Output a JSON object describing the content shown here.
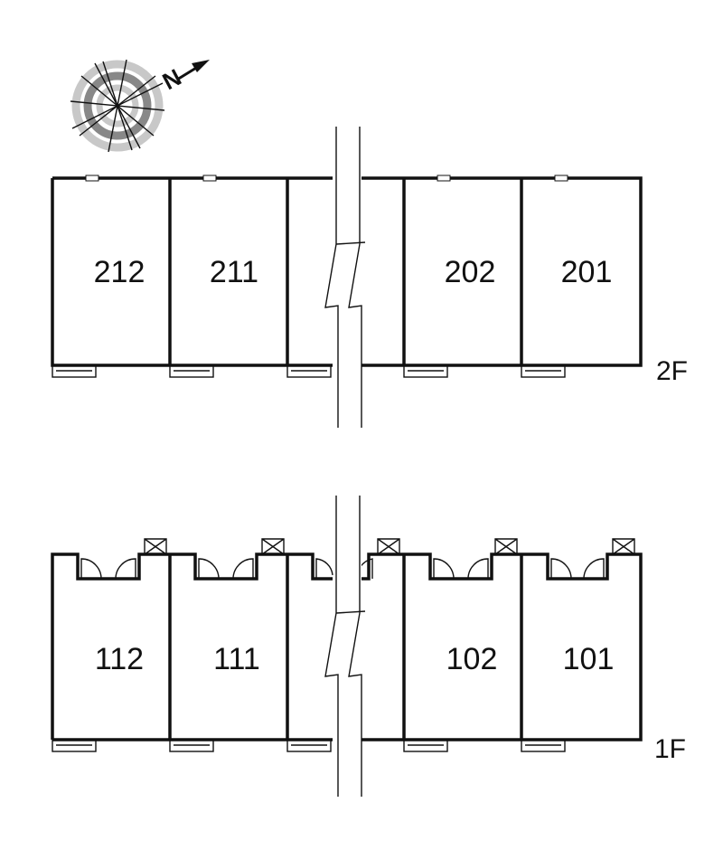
{
  "compass": {
    "letter": "N",
    "icon": "compass-rose-icon"
  },
  "floors": [
    {
      "label": "2F",
      "units": [
        "212",
        "211",
        "202",
        "201"
      ]
    },
    {
      "label": "1F",
      "units": [
        "112",
        "111",
        "102",
        "101"
      ]
    }
  ],
  "colors": {
    "line": "#111111",
    "compass_ring": "#888888",
    "compass_ring_light": "#c8c8c8"
  }
}
